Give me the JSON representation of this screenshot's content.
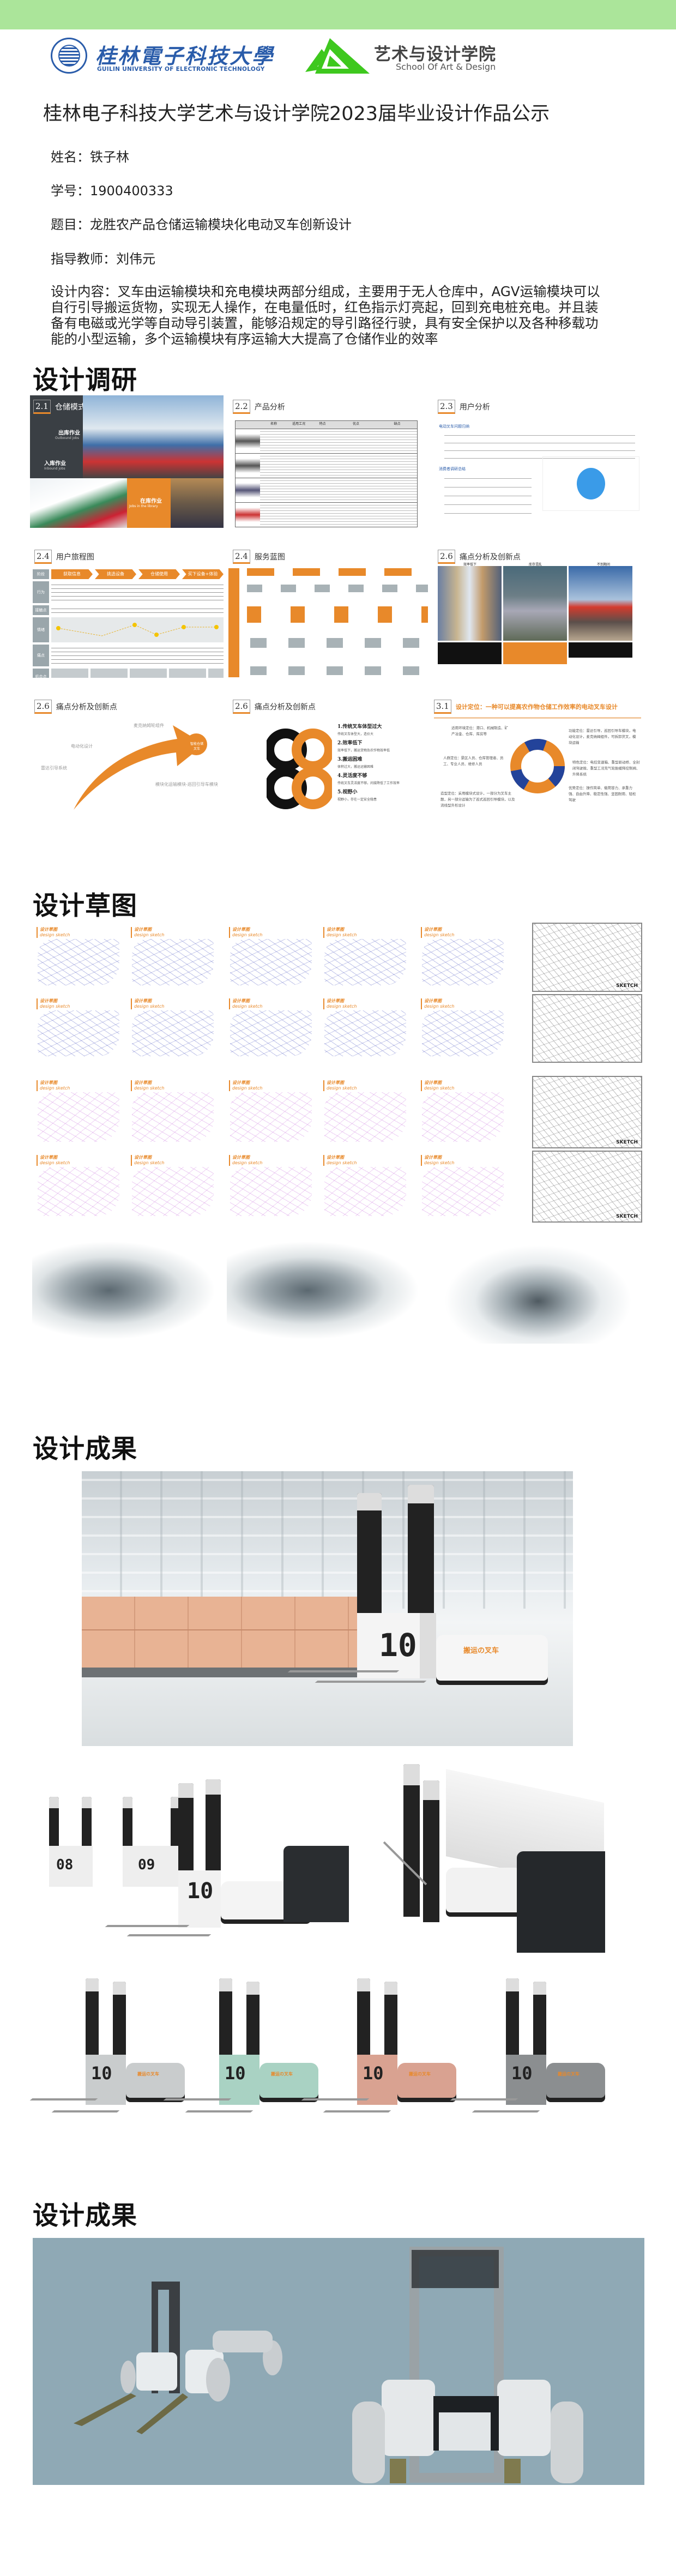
{
  "header": {
    "university_cn": "桂林電子科技大學",
    "university_en": "GUILIN UNIVERSITY OF ELECTRONIC TECHNOLOGY",
    "school_cn": "艺术与设计学院",
    "school_en": "School Of Art & Design",
    "colors": {
      "topbar": "#abe59a",
      "university": "#2a5caa",
      "school_logo": "#3ec81e",
      "accent": "#e8892a"
    }
  },
  "title": "桂林电子科技大学艺术与设计学院2023届毕业设计作品公示",
  "info": {
    "name": "姓名：铁子林",
    "student_id": "学号：1900400333",
    "topic": "题目：龙胜农产品仓储运输模块化电动叉车创新设计",
    "advisor": "指导教师：刘伟元",
    "description": "设计内容：叉车由运输模块和充电模块两部分组成，主要用于无人仓库中，AGV运输模块可以自行引导搬运货物，实现无人操作，在电量低时，红色指示灯亮起，回到充电桩充电。并且装备有电磁或光学等自动导引装置，能够沿规定的导引路径行驶，具有安全保护以及各种移载功能的小型运输，多个运输模块有序运输大大提高了仓储作业的效率"
  },
  "sections": {
    "research": "设计调研",
    "sketch": "设计草图",
    "result": "设计成果",
    "result2": "设计成果"
  },
  "research": {
    "p21": {
      "num": "2.1",
      "title": "仓储模式",
      "outbound": "出库作业",
      "outbound_en": "Outbound jobs",
      "inbound": "入库作业",
      "inbound_en": "Inbound jobs",
      "inlib": "在库作业",
      "inlib_en": "Jobs in the library"
    },
    "p22": {
      "num": "2.2",
      "title": "产品分析",
      "headers": [
        "名称",
        "适用工况",
        "特点",
        "优点",
        "缺点"
      ]
    },
    "p23": {
      "num": "2.3",
      "title": "用户分析",
      "b1": "电动叉车问题归纳",
      "b2": "消费者调研总结"
    },
    "p24": {
      "num": "2.4",
      "title": "用户旅程图",
      "stages": [
        "获取信息",
        "挑选设备",
        "仓储使用",
        "买下设备+体验"
      ],
      "rows": [
        "阶段",
        "行为",
        "接触点",
        "情绪",
        "痛点",
        "机会点"
      ]
    },
    "p24b": {
      "num": "2.4",
      "title": "服务蓝图"
    },
    "p26a": {
      "num": "2.6",
      "title": "痛点分析及创新点",
      "captions": [
        "效率低下",
        "库存混乱",
        "不到期间"
      ]
    },
    "p26b": {
      "num": "2.6",
      "title": "痛点分析及创新点",
      "items": [
        "麦克纳姆轮组件",
        "电动化设计",
        "雷达引导系统",
        "模块化运输模块-巡回引导车模块"
      ],
      "goal": "智能仓储叉车"
    },
    "p26c": {
      "num": "2.6",
      "title": "痛点分析及创新点",
      "points": [
        "1.传统叉车体型过大",
        "2.效率低下",
        "3.搬运困难",
        "4.灵活度不够",
        "5.视野小"
      ],
      "subs": [
        "传统叉车体型大，造价大",
        "效率低下，搬运货物及农作物效率低",
        "体积过大，搬运运输困难",
        "传统叉车灵活度不够，间接降低了工作效率",
        "视野小，存在一定安全隐患"
      ]
    },
    "p31": {
      "num": "3.1",
      "title": "设计定位：一种可以提高农作物仓储工作效率的电动叉车设计",
      "env": "适用环境定位：港口、机械制造、矿产冶金、仓库、库房等",
      "people": "人群定位：景区人员、仓库管理者、员工、专业人员、维修人员",
      "shape": "造型定位：采用模块式设计，一部分为叉车主题，另一部分运输为了巡式巡回引导模块，以及流线型外形设计",
      "func": "功能定位：雷达引导，巡回引导车模块，电动化设计，麦克纳姆组件，可拆卸货叉，模块运输",
      "feature": "特色定位：电控变速箱、重型驱动桥、全封闭驾驶舱、重型工况充气轮胎缓降控制阀、升降系统",
      "adv": "优势定位：操作简单、载荷容力、承重力强、自由升降、稳定性强、坚固耐用、轻松驾驶"
    }
  },
  "sketches": {
    "label": "设计草图",
    "label_en": "design sketch",
    "gray_label": "SKETCH"
  },
  "renders": {
    "hero_number": "10",
    "numbers": [
      "08",
      "09",
      "10"
    ],
    "brand": "搬运の叉车",
    "variants": [
      {
        "color": "#c9cccd",
        "name": "silver"
      },
      {
        "color": "#a9d2c3",
        "name": "mint"
      },
      {
        "color": "#d9a291",
        "name": "rose"
      },
      {
        "color": "#8b8e90",
        "name": "graphite"
      }
    ]
  },
  "model_panel": {
    "bg": "#8fa9b5"
  }
}
